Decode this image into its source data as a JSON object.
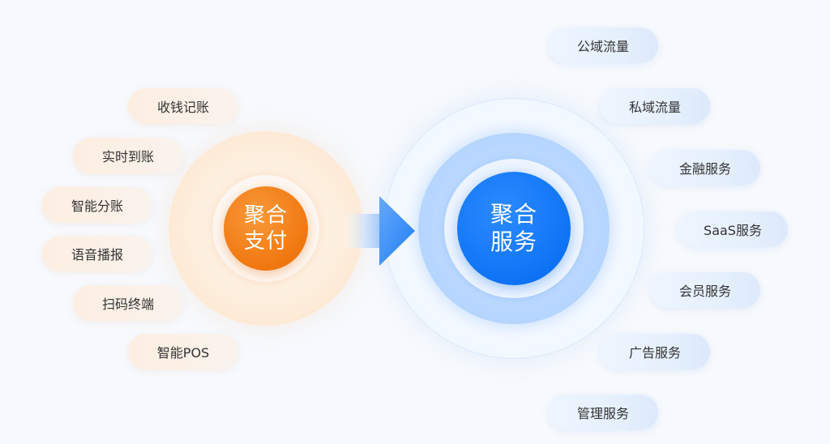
{
  "hubs": {
    "payment": {
      "label": "聚合\n支付",
      "color": "#f0770f"
    },
    "services": {
      "label": "聚合\n服务",
      "color": "#0f73f5"
    }
  },
  "payment_features": [
    "收钱记账",
    "实时到账",
    "智能分账",
    "语音播报",
    "扫码终端",
    "智能POS"
  ],
  "service_items": [
    "公域流量",
    "私域流量",
    "金融服务",
    "SaaS服务",
    "会员服务",
    "广告服务",
    "管理服务"
  ],
  "colors": {
    "accent_orange": "#f0770f",
    "accent_blue": "#0f73f5",
    "text": "#333333"
  }
}
